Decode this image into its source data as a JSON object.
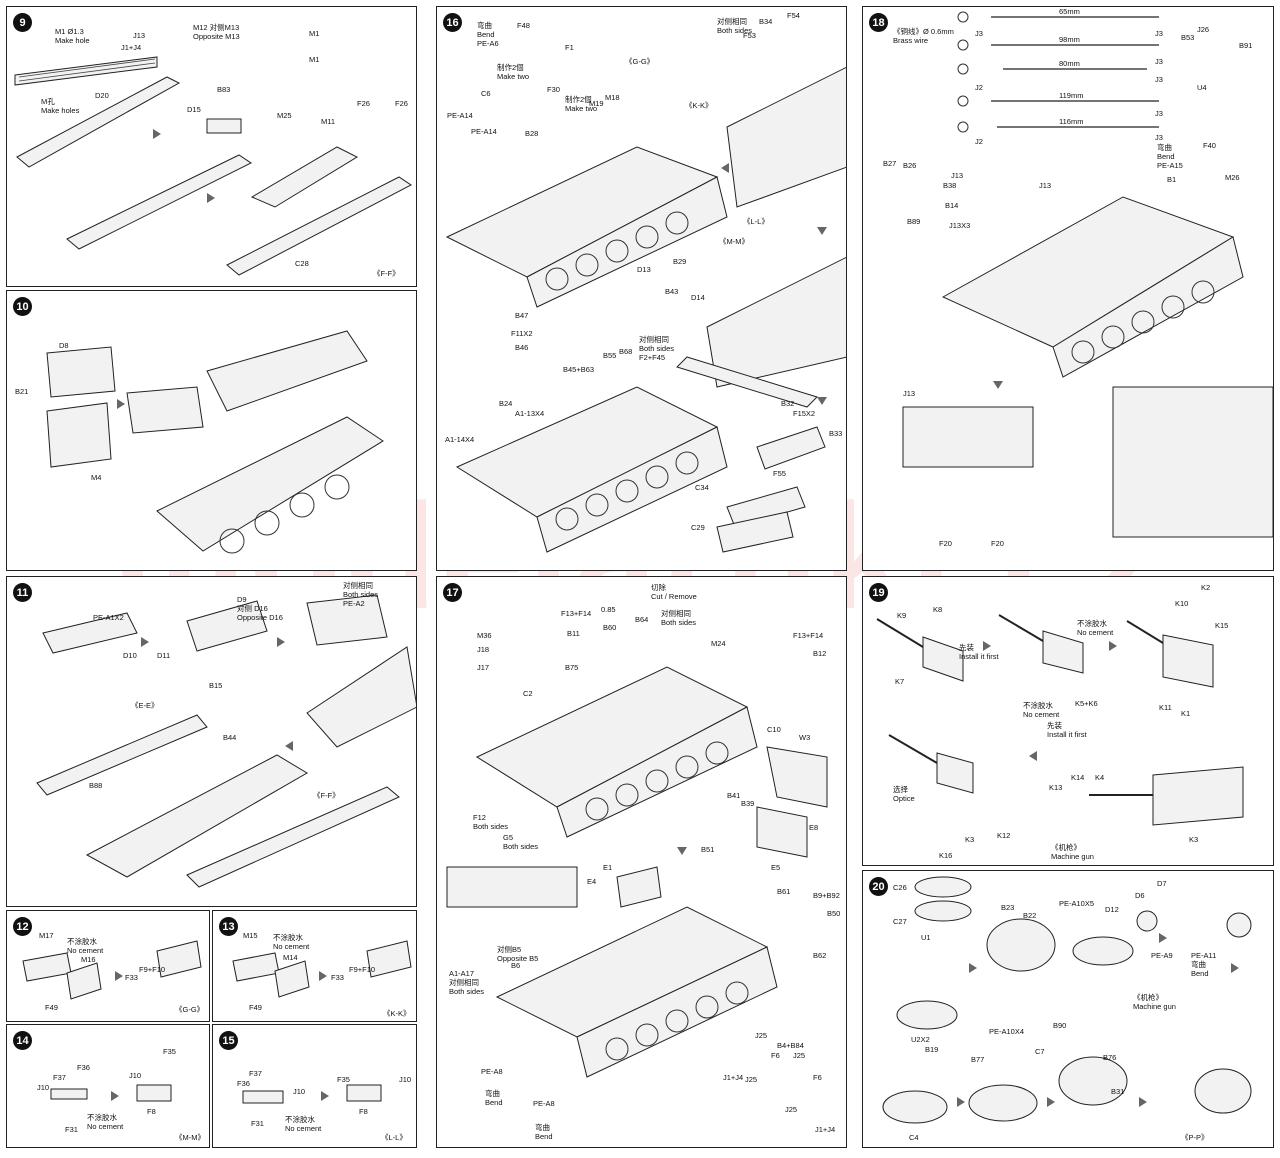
{
  "watermark": "modelartikl.cz",
  "steps": {
    "s9": {
      "num": "9",
      "labels": [
        "M1 Ø1.3\nMake hole",
        "J13",
        "J1+J4",
        "M12 对侧M13\nOpposite M13",
        "M1",
        "M1",
        "M孔\nMake holes",
        "D20",
        "B83",
        "D15",
        "M25",
        "M11",
        "F26",
        "F26",
        "C28",
        "《F-F》"
      ]
    },
    "s10": {
      "num": "10",
      "labels": [
        "D8",
        "B21",
        "M4"
      ]
    },
    "s11": {
      "num": "11",
      "labels": [
        "PE-A1X2",
        "D10",
        "D9\n对侧 D16\nOpposite D16",
        "D11",
        "B15",
        "对侧相同\nBoth sides\nPE-A2",
        "《E-E》",
        "B44",
        "B88",
        "《F-F》"
      ]
    },
    "s12": {
      "num": "12",
      "labels": [
        "M17",
        "不涂胶水\nNo cement",
        "M16",
        "F33",
        "F9+F10",
        "F49",
        "《G-G》"
      ]
    },
    "s13": {
      "num": "13",
      "labels": [
        "M15",
        "不涂胶水\nNo cement",
        "M14",
        "F33",
        "F9+F10",
        "F49",
        "《K-K》"
      ]
    },
    "s14": {
      "num": "14",
      "labels": [
        "F36",
        "F37",
        "J10",
        "F31",
        "不涂胶水\nNo cement",
        "F35",
        "J10",
        "F8",
        "《M-M》"
      ]
    },
    "s15": {
      "num": "15",
      "labels": [
        "F37",
        "F36",
        "J10",
        "F31",
        "不涂胶水\nNo cement",
        "F35",
        "J10",
        "F8",
        "《L-L》"
      ]
    },
    "s16": {
      "num": "16",
      "labels": [
        "弯曲\nBend\nPE-A6",
        "F48",
        "制作2個\nMake two",
        "F1",
        "F30",
        "制作2個\nMake two",
        "M18",
        "M19",
        "《G-G》",
        "对侧相同\nBoth sides",
        "B34",
        "F54",
        "F53",
        "C6",
        "PE-A14",
        "PE-A14",
        "B28",
        "《K-K》",
        "《L-L》",
        "《M-M》",
        "D13",
        "B29",
        "B43",
        "D14",
        "B47",
        "F11X2",
        "B46",
        "对侧相同\nBoth sides\nF2+F45",
        "B45+B63",
        "B55",
        "B68",
        "B24",
        "A1-13X4",
        "A1-14X4",
        "B32",
        "F15X2",
        "B33",
        "F55",
        "C34",
        "C29"
      ]
    },
    "s17": {
      "num": "17",
      "labels": [
        "0.85",
        "切除\nCut / Remove",
        "F13+F14",
        "B11",
        "M36",
        "J18",
        "J17",
        "B60",
        "B64",
        "对侧相同\nBoth sides",
        "M24",
        "F13+F14",
        "B12",
        "B75",
        "C2",
        "C10",
        "W3",
        "F12\nBoth sides",
        "G5\nBoth sides",
        "B41",
        "B39",
        "E8",
        "B51",
        "E5",
        "E4",
        "E1",
        "B61",
        "B9+B92",
        "B50",
        "B62",
        "对侧B5\nOpposite B5",
        "B6",
        "A1-A17\n对侧相同\nBoth sides",
        "PE-A8",
        "弯曲\nBend",
        "PE-A8",
        "弯曲\nBend",
        "J25",
        "B4+B84",
        "F6",
        "J25",
        "J1+J4",
        "J25",
        "F6",
        "J25",
        "J1+J4"
      ]
    },
    "s18": {
      "num": "18",
      "labels": [
        "《铜线》Ø 0.6mm\nBrass wire",
        "65mm",
        "98mm",
        "80mm",
        "119mm",
        "116mm",
        "J3",
        "J3",
        "J2",
        "J3",
        "J3",
        "J3",
        "J2",
        "J3",
        "J26",
        "B53",
        "B91",
        "U4",
        "F40",
        "弯曲\nBend\nPE-A15",
        "B1",
        "M26",
        "B27",
        "B26",
        "J13",
        "B38",
        "B14",
        "J13",
        "B89",
        "J13X3",
        "J13",
        "F20",
        "F20"
      ]
    },
    "s19": {
      "num": "19",
      "labels": [
        "K9",
        "K8",
        "先装\nInstall it first",
        "K7",
        "不涂胶水\nNo cement",
        "K10",
        "K2",
        "K15",
        "K5+K6",
        "不涂胶水\nNo cement",
        "先装\nInstall it first",
        "K11",
        "K1",
        "K13",
        "K14",
        "K4",
        "选择\nOptice",
        "K16",
        "K3",
        "K12",
        "K3",
        "《机枪》\nMachine gun"
      ]
    },
    "s20": {
      "num": "20",
      "labels": [
        "C26",
        "C27",
        "U1",
        "B23",
        "B22",
        "PE-A10X5",
        "D12",
        "D6",
        "D7",
        "PE-A9",
        "PE-A11\n弯曲\nBend",
        "《机枪》\nMachine gun",
        "U2X2",
        "B19",
        "B77",
        "PE-A10X4",
        "C7",
        "B90",
        "B76",
        "B31",
        "C4",
        "《P-P》"
      ]
    }
  }
}
